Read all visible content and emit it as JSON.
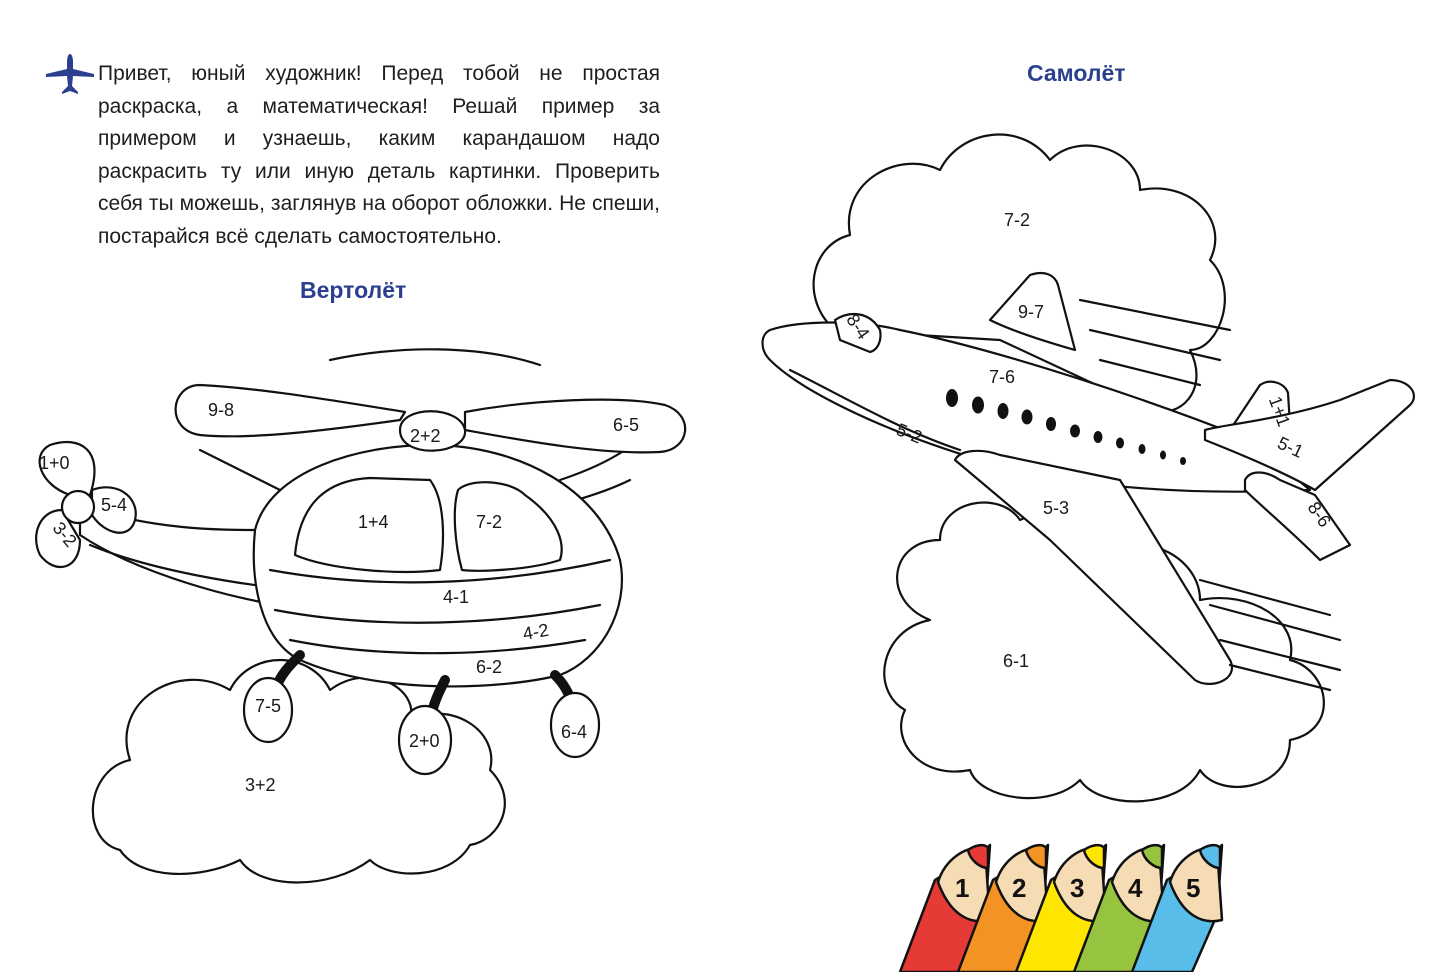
{
  "intro": {
    "icon": "airplane-icon",
    "text": "Привет, юный художник!  Перед тобой не простая раскраска, а математическая! Решай пример за примером и узнаешь, каким карандашом надо раскрасить ту или иную деталь картинки. Проверить себя ты можешь, заглянув на оборот обложки. Не спеши, постарайся всё сделать самостоятельно."
  },
  "helicopter": {
    "title": "Вертолёт",
    "labels": {
      "blade_left": "9-8",
      "hub": "2+2",
      "blade_right": "6-5",
      "tail_prop_top": "1+0",
      "tail_prop_right": "5-4",
      "tail_prop_bottom": "3-2",
      "window_left": "1+4",
      "window_right": "7-2",
      "body": "4-1",
      "stripe": "4-2",
      "belly": "6-2",
      "wheel_left": "7-5",
      "wheel_mid": "2+0",
      "wheel_right": "6-4",
      "cloud": "3+2"
    }
  },
  "airplane": {
    "title": "Самолёт",
    "labels": {
      "cloud_top": "7-2",
      "fin_top": "9-7",
      "cockpit": "8-4",
      "fuselage": "7-6",
      "nose_stripe": "5-2",
      "tail_fin": "1+1",
      "stabilizer": "5-1",
      "lower_stabilizer": "8-6",
      "wing": "5-3",
      "cloud_bottom": "6-1"
    }
  },
  "pencils": [
    {
      "number": "1",
      "color": "#e63a36"
    },
    {
      "number": "2",
      "color": "#f39323"
    },
    {
      "number": "3",
      "color": "#ffe600"
    },
    {
      "number": "4",
      "color": "#96c43f"
    },
    {
      "number": "5",
      "color": "#58bde9"
    }
  ],
  "colors": {
    "title_blue": "#2b3f8f",
    "pencil_wood": "#f6dcb4"
  }
}
